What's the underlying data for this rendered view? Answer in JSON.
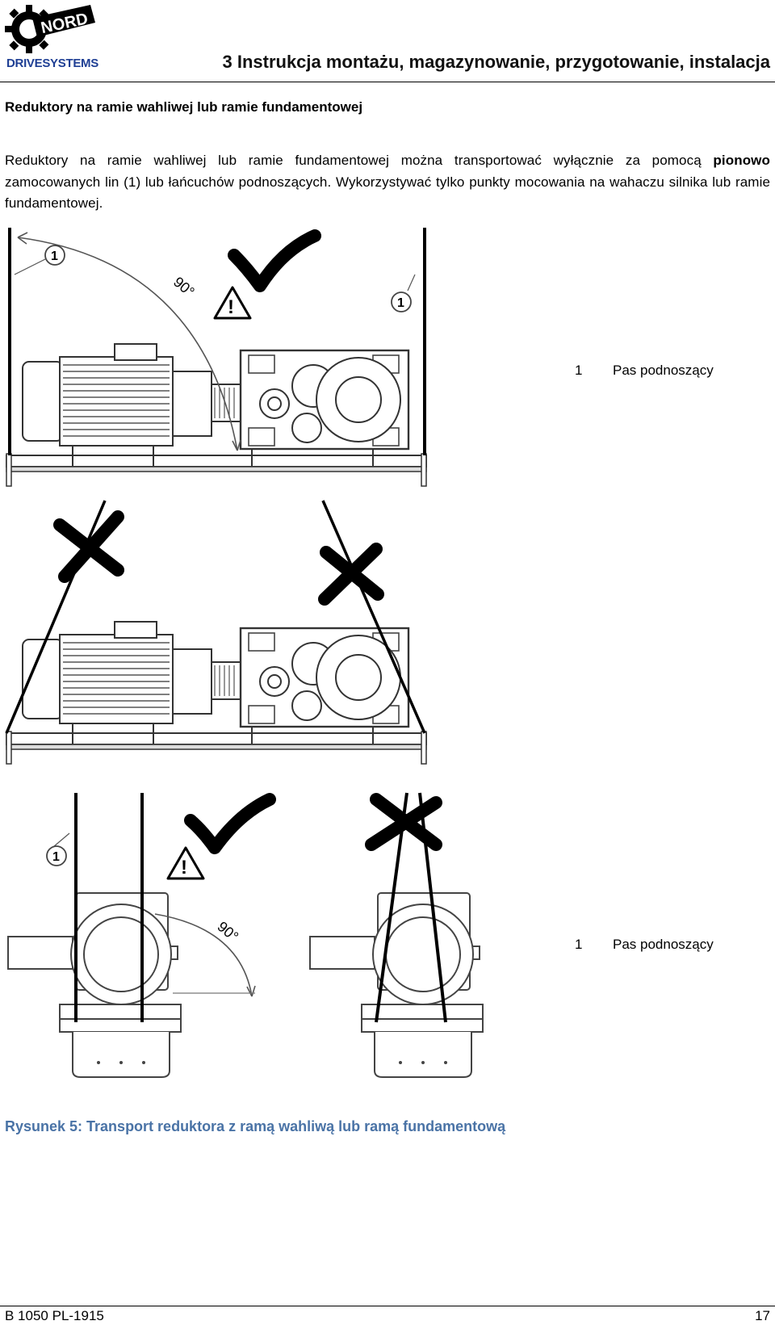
{
  "header": {
    "logo_brand": "NORD",
    "logo_sub": "DRIVESYSTEMS",
    "chapter_title": "3 Instrukcja montażu, magazynowanie, przygotowanie, instalacja"
  },
  "section": {
    "heading": "Reduktory na ramie wahliwej lub ramie fundamentowej",
    "para_part1": "Reduktory na ramie wahliwej lub ramie fundamentowej można transportować wyłącznie za pomocą ",
    "para_bold": "pionowo",
    "para_part2": " zamocowanych lin (1) lub łańcuchów podnoszących. Wykorzystywać tylko punkty mocowania na wahaczu silnika lub ramie fundamentowej."
  },
  "figure": {
    "callout_number": "1",
    "angle_label": "90°",
    "warning_symbol": "!",
    "legend_top": {
      "number": "1",
      "label": "Pas podnoszący"
    },
    "legend_bottom": {
      "number": "1",
      "label": "Pas podnoszący"
    },
    "icons": [
      "checkmark-icon",
      "cross-icon",
      "warning-triangle-icon"
    ]
  },
  "caption": "Rysunek 5: Transport reduktora z ramą wahliwą lub ramą fundamentową",
  "footer": {
    "doc_id": "B 1050 PL-1915",
    "page_number": "17"
  },
  "colors": {
    "brand_blue": "#1f3f94",
    "caption_blue": "#4a73a6"
  }
}
